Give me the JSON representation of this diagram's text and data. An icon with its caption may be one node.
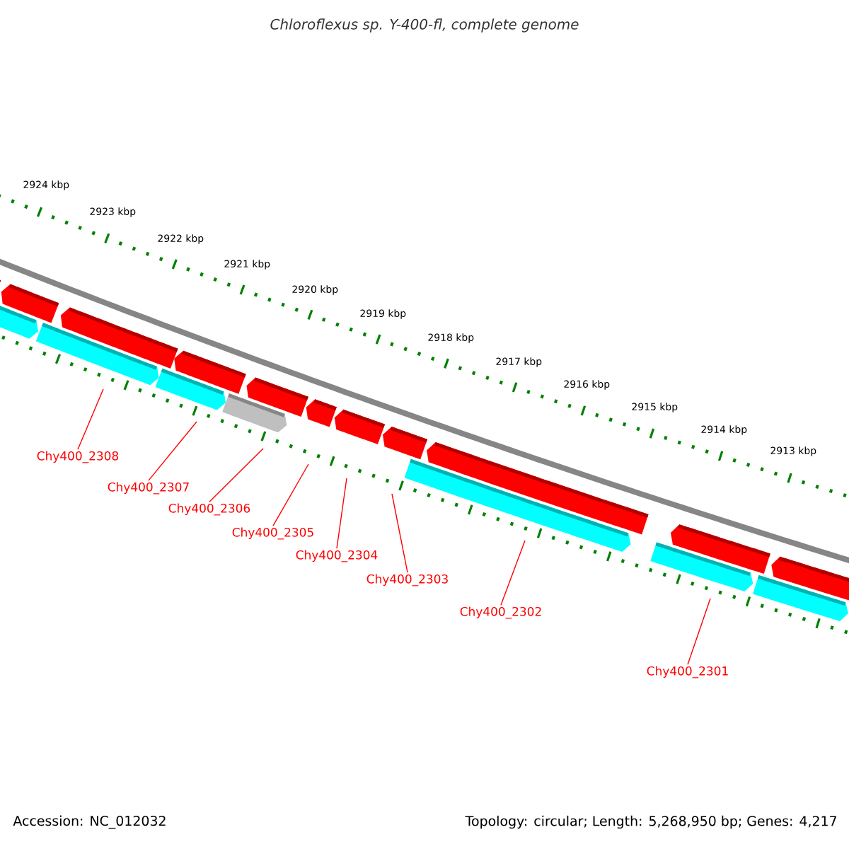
{
  "diagram": {
    "title": "Chloroflexus sp. Y-400-fl, complete genome",
    "nodes": [
      {
        "text": [
          "Chy400_2308"
        ]
      },
      {
        "text": [
          "Chy400_2307"
        ]
      },
      {
        "text": [
          "Chy400_2306"
        ]
      },
      {
        "text": [
          "Chy400_2305"
        ]
      },
      {
        "text": [
          "Chy400_2304"
        ]
      },
      {
        "text": [
          "Chy400_2303"
        ]
      },
      {
        "text": [
          "Chy400_2302"
        ]
      },
      {
        "text": [
          "Chy400_2301"
        ]
      }
    ],
    "edges": [
      {
        "from": 0,
        "to": null,
        "arrow": "none"
      },
      {
        "from": 1,
        "to": null,
        "arrow": "none"
      },
      {
        "from": 2,
        "to": null,
        "arrow": "none"
      },
      {
        "from": 3,
        "to": null,
        "arrow": "none"
      },
      {
        "from": 4,
        "to": null,
        "arrow": "none"
      },
      {
        "from": 5,
        "to": null,
        "arrow": "none"
      },
      {
        "from": 6,
        "to": null,
        "arrow": "none"
      },
      {
        "from": 7,
        "to": null,
        "arrow": "none"
      }
    ],
    "labels": [
      "2924 kbp",
      "2923 kbp",
      "2922 kbp",
      "2921 kbp",
      "2920 kbp",
      "2919 kbp",
      "2918 kbp",
      "2917 kbp",
      "2916 kbp",
      "2915 kbp",
      "2914 kbp",
      "2913 kbp",
      "Accession: NC_012032",
      "Topology: circular; Length: 5,268,950 bp; Genes: 4,217"
    ]
  }
}
